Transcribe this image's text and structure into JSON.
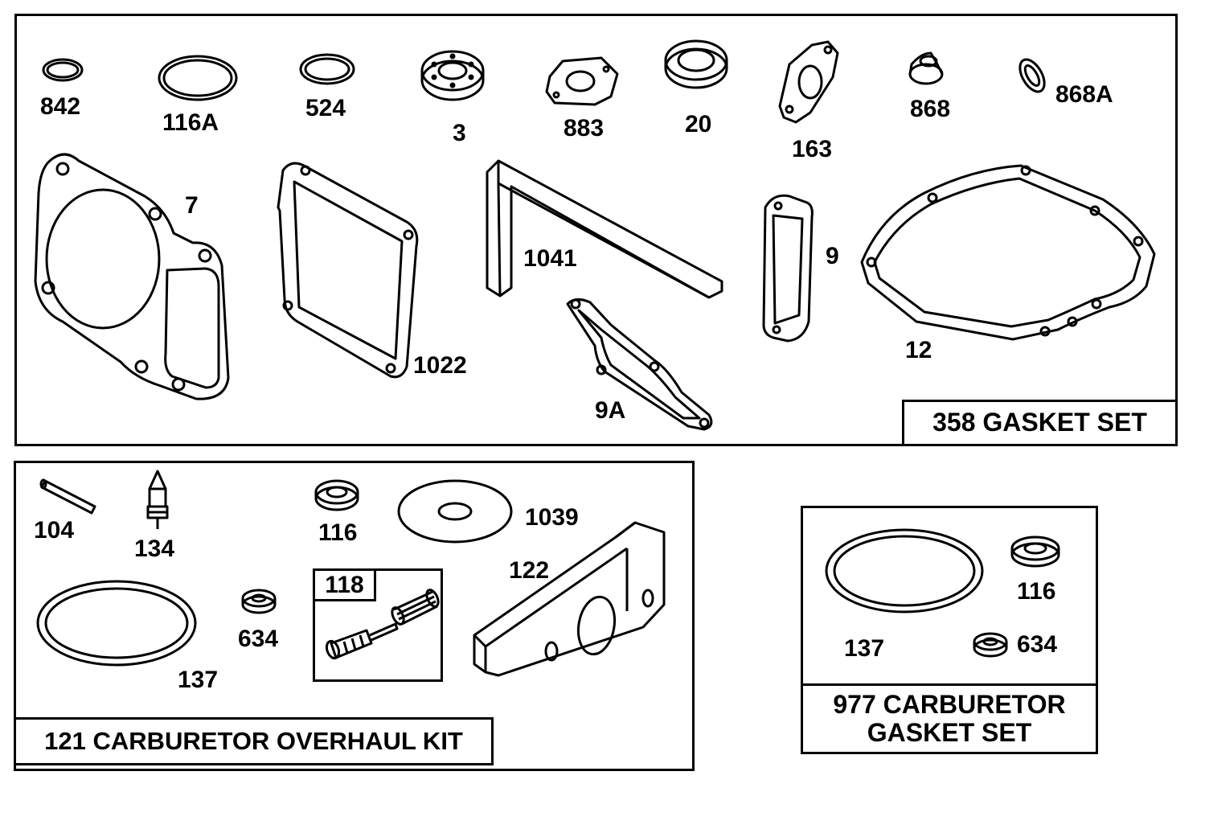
{
  "gasket_set": {
    "title": "358 GASKET SET",
    "parts": [
      "842",
      "116A",
      "524",
      "3",
      "883",
      "20",
      "163",
      "868",
      "868A",
      "7",
      "1022",
      "1041",
      "9",
      "12",
      "9A"
    ]
  },
  "carb_kit": {
    "title": "121 CARBURETOR OVERHAUL KIT",
    "parts": [
      "104",
      "134",
      "116",
      "1039",
      "122",
      "137",
      "634"
    ],
    "subkit": "118"
  },
  "carb_gasket": {
    "title_line1": "977 CARBURETOR",
    "title_line2": "GASKET SET",
    "parts": [
      "116",
      "137",
      "634"
    ]
  }
}
